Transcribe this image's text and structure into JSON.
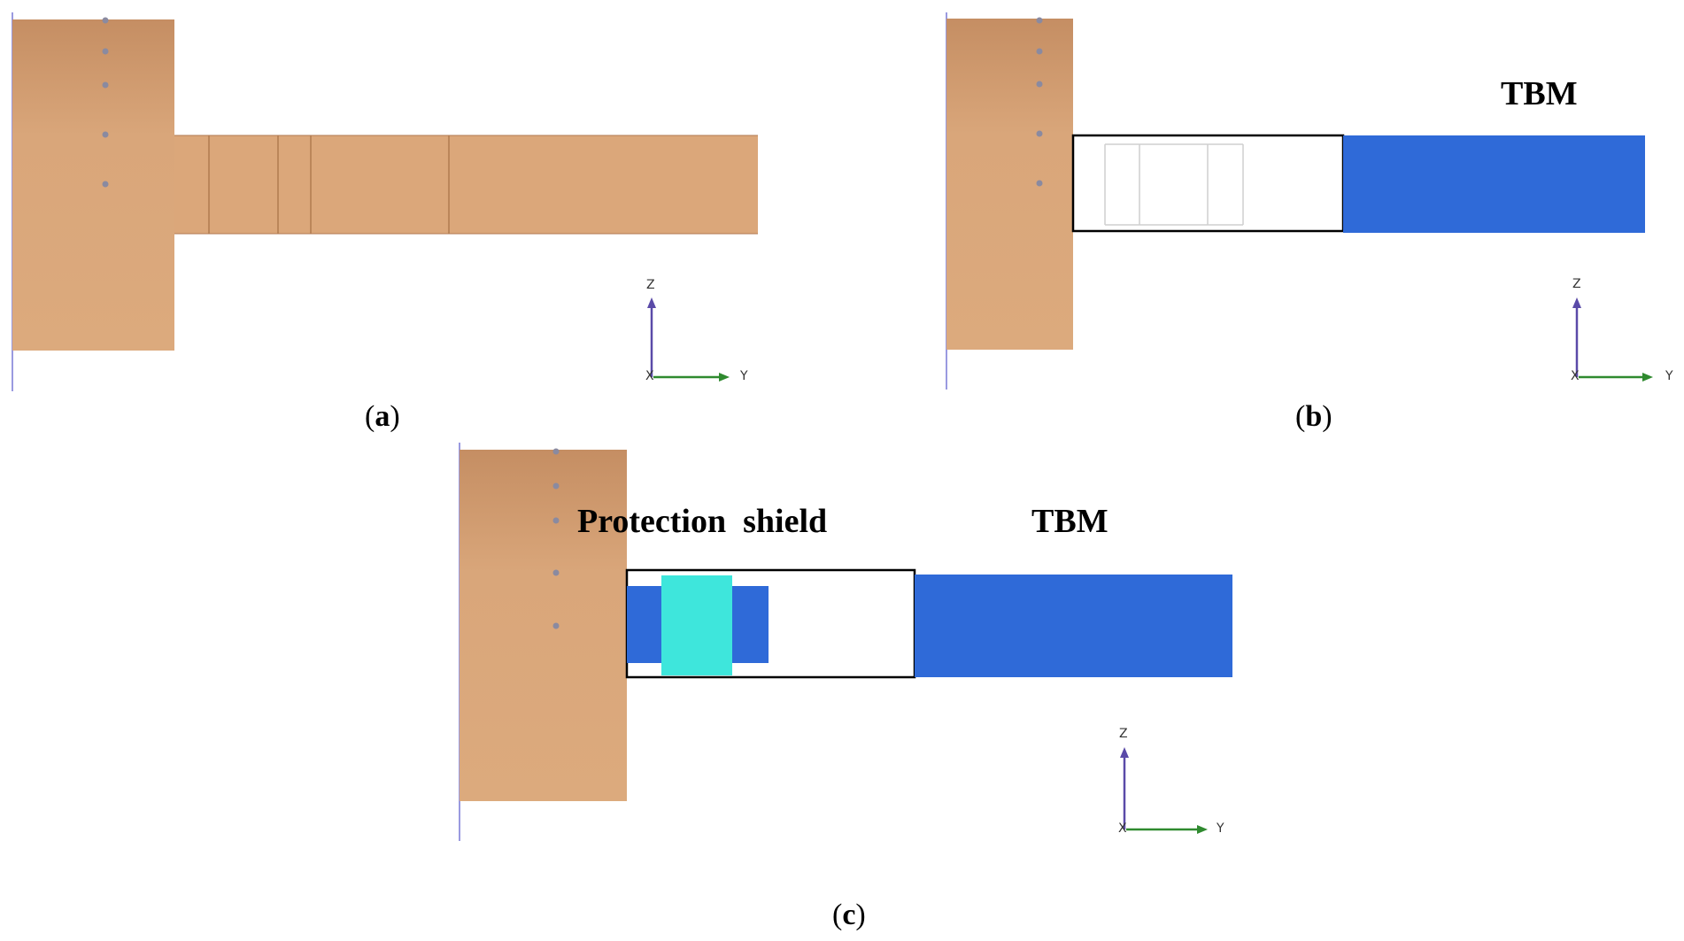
{
  "captions": {
    "a": {
      "open": "(",
      "letter": "a",
      "close": ")"
    },
    "b": {
      "open": "(",
      "letter": "b",
      "close": ")"
    },
    "c": {
      "open": "(",
      "letter": "c",
      "close": ")"
    }
  },
  "labels": {
    "tbm_b": "TBM",
    "tbm_c": "TBM",
    "protection_shield": "Protection  shield"
  },
  "axes": {
    "z": "Z",
    "x": "X",
    "y": "Y"
  },
  "colors": {
    "soil": "#dba77a",
    "soil_top": "#c89068",
    "tbm_blue": "#2f6ad8",
    "shield_cyan": "#3ee6dc",
    "outline": "#000000",
    "axis_z": "#5a4aa8",
    "axis_y": "#2f8a2f",
    "left_edge": "#9a9ae0",
    "marker": "#8a8aa0"
  }
}
